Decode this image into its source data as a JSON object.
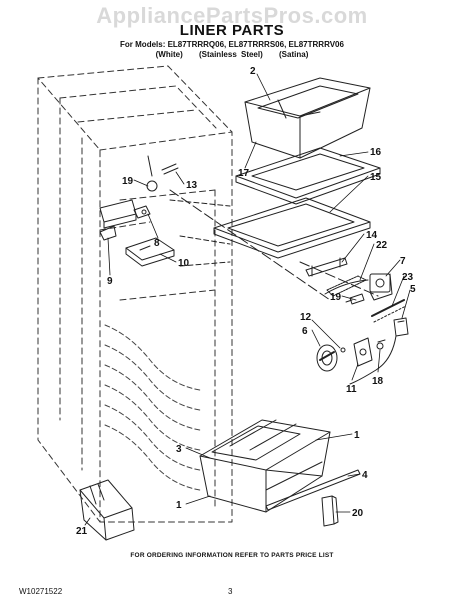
{
  "watermark": "AppliancePartsPros.com",
  "header": {
    "title": "LINER PARTS",
    "models": "For Models: EL87TRRRQ06, EL87TRRRS06, EL87TRRRV06",
    "variants": [
      "(White)",
      "(Stainless Steel)",
      "(Satina)"
    ]
  },
  "callouts": {
    "c2": "2",
    "c16": "16",
    "c15": "15",
    "c17": "17",
    "c13": "13",
    "c19a": "19",
    "c8": "8",
    "c10": "10",
    "c9": "9",
    "c14": "14",
    "c22": "22",
    "c7": "7",
    "c19b": "19",
    "c23": "23",
    "c5": "5",
    "c12": "12",
    "c6": "6",
    "c11": "11",
    "c18": "18",
    "c3": "3",
    "c1a": "1",
    "c4": "4",
    "c1b": "1",
    "c20": "20",
    "c21": "21"
  },
  "footer": {
    "note": "FOR ORDERING INFORMATION REFER TO PARTS PRICE LIST",
    "doc_number": "W10271522",
    "page_number": "3"
  }
}
